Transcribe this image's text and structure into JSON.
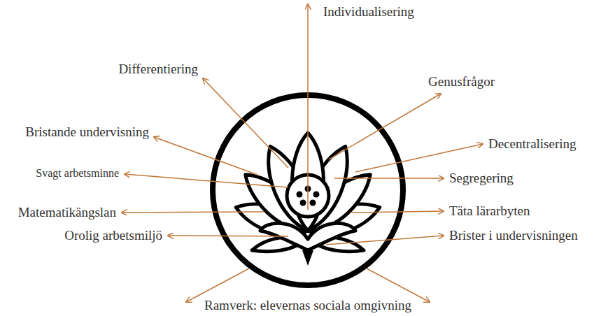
{
  "diagram": {
    "labels": [
      "Individualisering",
      "Differentiering",
      "Genusfrågor",
      "Bristande undervisning",
      "Decentralisering",
      "Svagt arbetsminne",
      "Segregering",
      "Matematikängslan",
      "Täta lärarbyten",
      "Orolig arbetsmiljö",
      "Brister i undervisningen",
      "Ramverk: elevernas sociala omgivning"
    ]
  }
}
